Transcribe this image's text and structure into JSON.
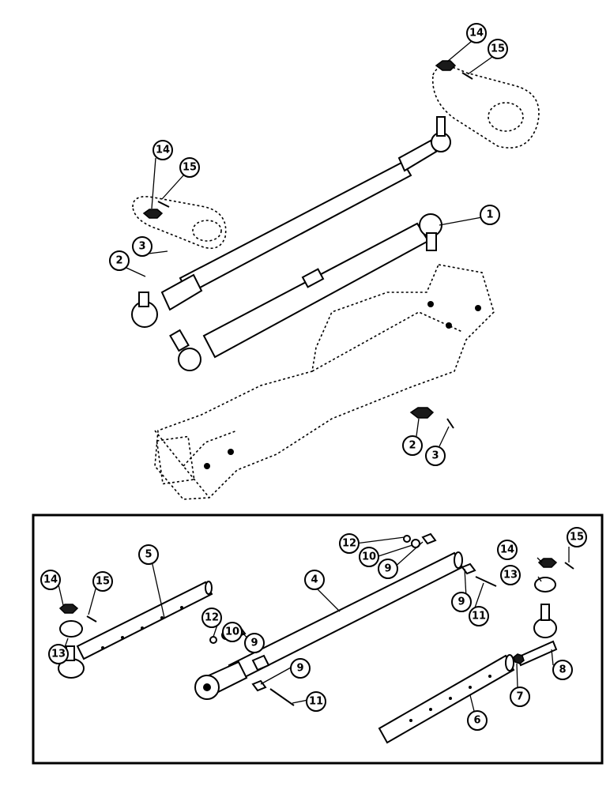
{
  "diagram": {
    "upper_assembly": {
      "callouts": [
        {
          "id": "u14a",
          "label": "14"
        },
        {
          "id": "u15a",
          "label": "15"
        },
        {
          "id": "u14b",
          "label": "14"
        },
        {
          "id": "u15b",
          "label": "15"
        },
        {
          "id": "u1",
          "label": "1"
        },
        {
          "id": "u3a",
          "label": "3"
        },
        {
          "id": "u2a",
          "label": "2"
        },
        {
          "id": "u2b",
          "label": "2"
        },
        {
          "id": "u3b",
          "label": "3"
        }
      ]
    },
    "inset_assembly": {
      "callouts": [
        {
          "id": "i12a",
          "label": "12"
        },
        {
          "id": "i10a",
          "label": "10"
        },
        {
          "id": "i9a",
          "label": "9"
        },
        {
          "id": "i14",
          "label": "14"
        },
        {
          "id": "i15",
          "label": "15"
        },
        {
          "id": "i5",
          "label": "5"
        },
        {
          "id": "i4",
          "label": "4"
        },
        {
          "id": "i9b",
          "label": "9"
        },
        {
          "id": "i11a",
          "label": "11"
        },
        {
          "id": "i13",
          "label": "13"
        },
        {
          "id": "i14b",
          "label": "14"
        },
        {
          "id": "i15b",
          "label": "15"
        },
        {
          "id": "i13b",
          "label": "13"
        },
        {
          "id": "i12b",
          "label": "12"
        },
        {
          "id": "i10b",
          "label": "10"
        },
        {
          "id": "i9c",
          "label": "9"
        },
        {
          "id": "i9d",
          "label": "9"
        },
        {
          "id": "i11b",
          "label": "11"
        },
        {
          "id": "i8",
          "label": "8"
        },
        {
          "id": "i7",
          "label": "7"
        },
        {
          "id": "i6",
          "label": "6"
        }
      ]
    }
  }
}
